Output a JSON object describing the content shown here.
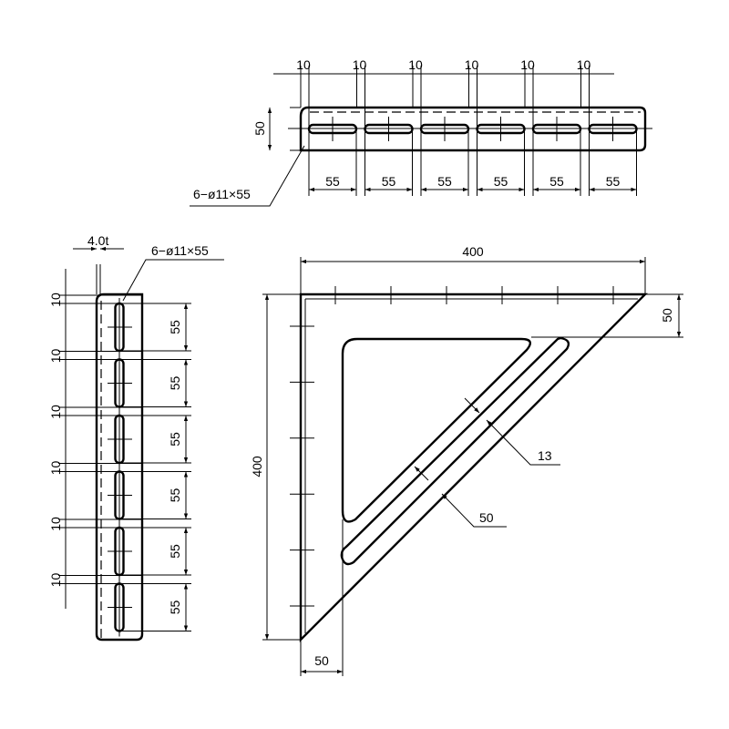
{
  "top_view": {
    "gap_labels": [
      "10",
      "10",
      "10",
      "10",
      "10",
      "10"
    ],
    "slot_labels": [
      "55",
      "55",
      "55",
      "55",
      "55",
      "55"
    ],
    "height_label": "50",
    "slot_callout": "6−ø11×55"
  },
  "side_view": {
    "thickness_label": "4.0t",
    "slot_callout": "6−ø11×55",
    "gap_labels": [
      "10",
      "10",
      "10",
      "10",
      "10",
      "10"
    ],
    "slot_labels": [
      "55",
      "55",
      "55",
      "55",
      "55",
      "55"
    ]
  },
  "front_view": {
    "width_label": "400",
    "height_label": "400",
    "flange_top_label": "50",
    "flange_left_label": "50",
    "slot_width_label": "13",
    "brace_width_label": "50"
  }
}
